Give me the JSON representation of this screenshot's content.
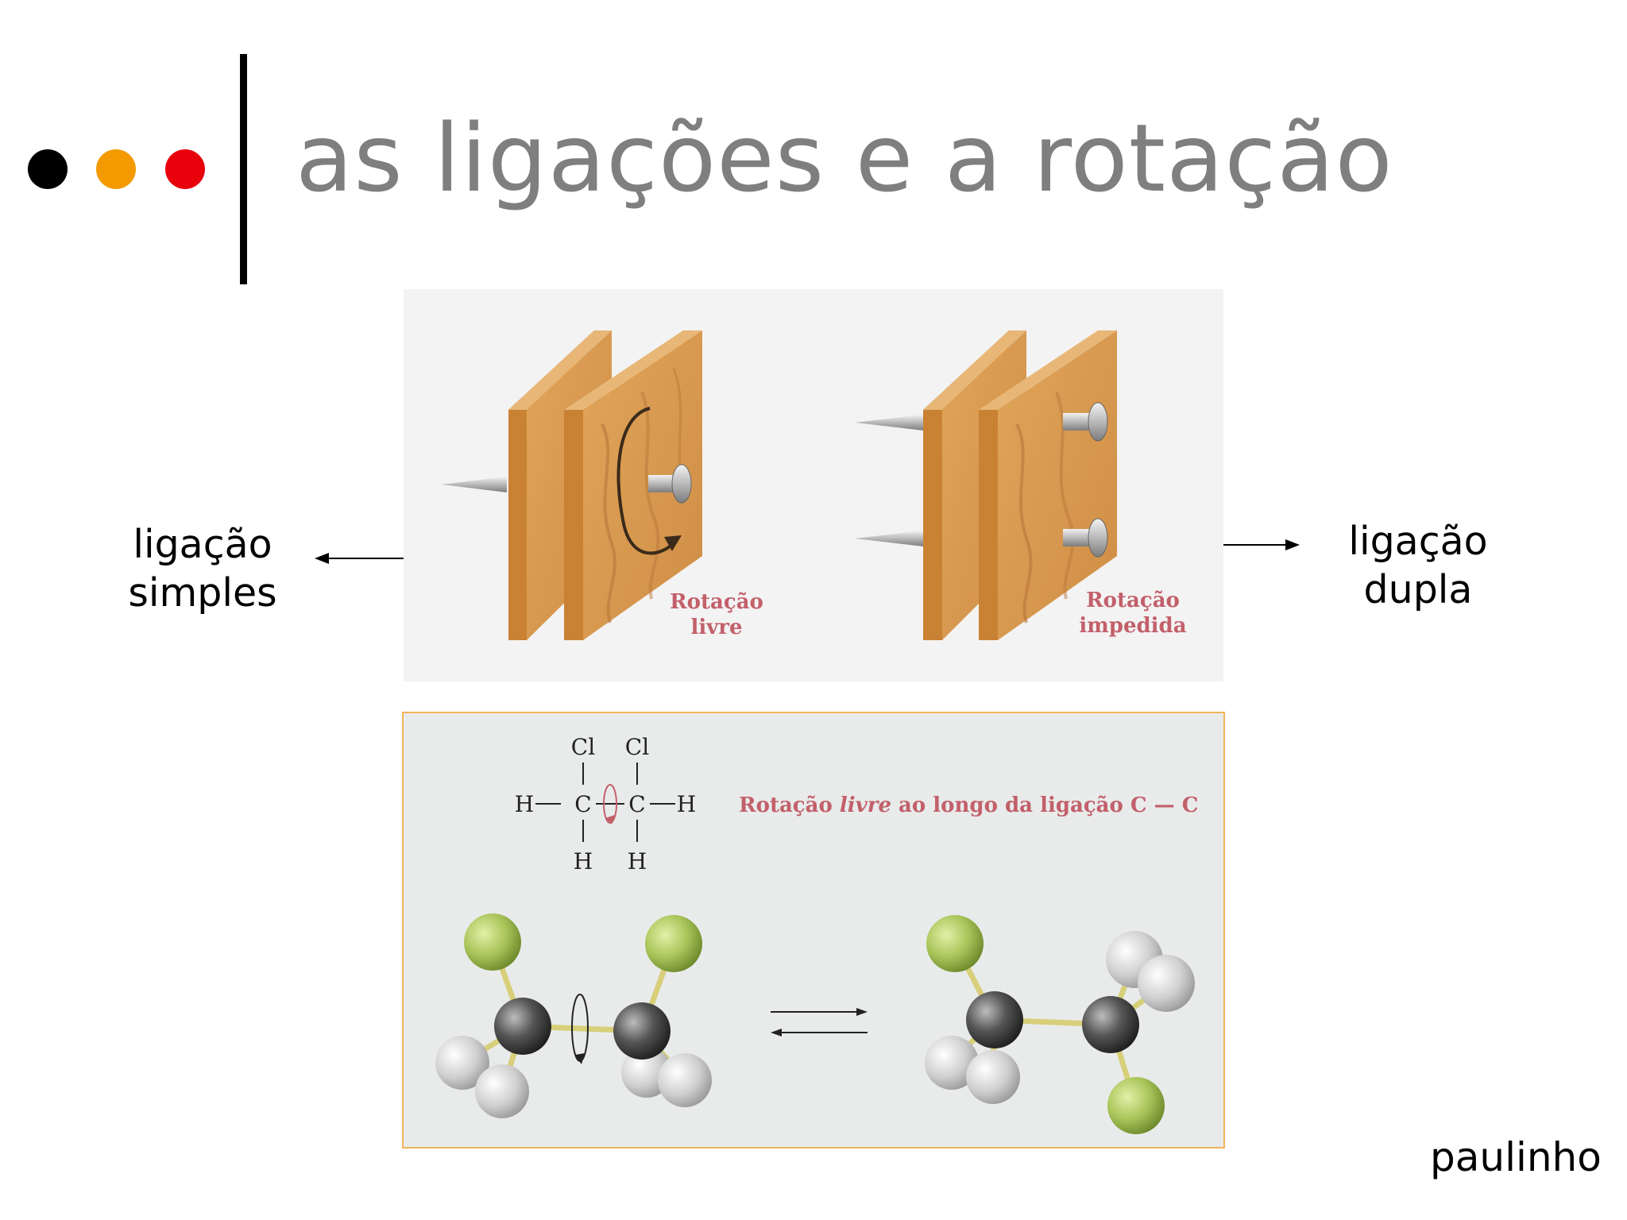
{
  "slide": {
    "title": "as ligações e a rotação",
    "left_label_line1": "ligação",
    "left_label_line2": "simples",
    "right_label_line1": "ligação",
    "right_label_line2": "dupla",
    "footer": "paulinho"
  },
  "figure_top": {
    "left_caption_line1": "Rotação",
    "left_caption_line2": "livre",
    "right_caption_line1": "Rotação",
    "right_caption_line2": "impedida"
  },
  "figure_bottom": {
    "caption_part1": "Rotação ",
    "caption_italic": "livre",
    "caption_part2": " ao longo da ligação C — C",
    "atom_cl": "Cl",
    "atom_c": "C",
    "atom_h": "H"
  },
  "colors": {
    "title": "#7f7f7f",
    "dot_black": "#000000",
    "dot_orange": "#f39a00",
    "dot_red": "#e8000b",
    "wood": "#d99a4e",
    "caption": "#c2606a"
  }
}
